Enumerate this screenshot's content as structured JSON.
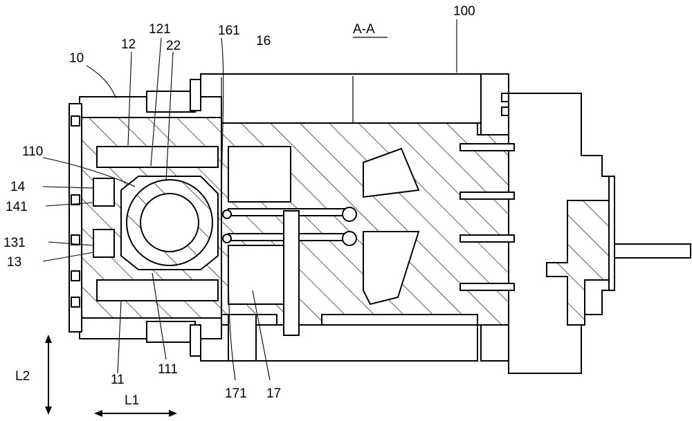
{
  "section_label": "A-A",
  "direction_labels": {
    "vertical": "L2",
    "horizontal": "L1"
  },
  "callouts": {
    "c100": "100",
    "c10": "10",
    "c12": "12",
    "c121": "121",
    "c22": "22",
    "c161": "161",
    "c16": "16",
    "c110": "110",
    "c14": "14",
    "c141": "141",
    "c131": "131",
    "c13": "13",
    "c11": "11",
    "c111": "111",
    "c171": "171",
    "c17": "17"
  }
}
